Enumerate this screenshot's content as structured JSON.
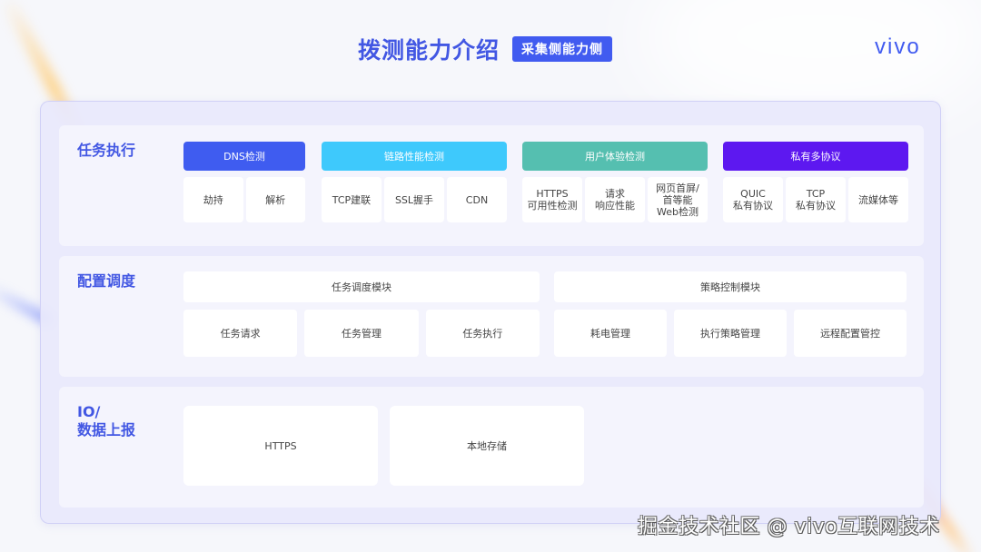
{
  "header": {
    "title": "拨测能力介绍",
    "subtitle_badge": "采集侧能力侧",
    "logo": "vivo"
  },
  "colors": {
    "accent": "#415bf0",
    "title_blue": "#4257e3",
    "dns_blue": "#3f5cf0",
    "link_cyan": "#3ec9fc",
    "ux_teal": "#55bfb0",
    "proto_purple": "#5d18f0",
    "panel_bg": "#e8e8fc",
    "section_bg": "#f4f4fd"
  },
  "sections": {
    "task_execution": {
      "title": "任务执行",
      "groups": [
        {
          "label": "DNS检测",
          "color": "#3f5cf0",
          "items": [
            "劫持",
            "解析"
          ]
        },
        {
          "label": "链路性能检测",
          "color": "#3ec9fc",
          "items": [
            "TCP建联",
            "SSL握手",
            "CDN"
          ]
        },
        {
          "label": "用户体验检测",
          "color": "#55bfb0",
          "items": [
            "HTTPS\n可用性检测",
            "请求\n响应性能",
            "网页首屏/\n首等能\nWeb检测"
          ]
        },
        {
          "label": "私有多协议",
          "color": "#5d18f0",
          "items": [
            "QUIC\n私有协议",
            "TCP\n私有协议",
            "流媒体等"
          ]
        }
      ]
    },
    "config_scheduling": {
      "title": "配置调度",
      "modules": [
        {
          "label": "任务调度模块",
          "items": [
            "任务请求",
            "任务管理",
            "任务执行"
          ]
        },
        {
          "label": "策略控制模块",
          "items": [
            "耗电管理",
            "执行策略管理",
            "远程配置管控"
          ]
        }
      ]
    },
    "io_reporting": {
      "title_line1": "IO/",
      "title_line2": "数据上报",
      "items": [
        "HTTPS",
        "本地存储"
      ]
    }
  },
  "watermark": "掘金技术社区 @ vivo互联网技术"
}
